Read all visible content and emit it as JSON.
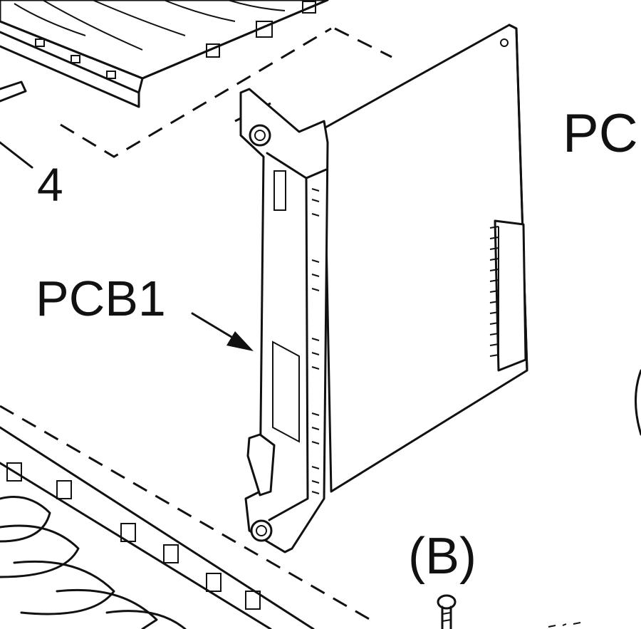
{
  "labels": {
    "callout_number": "4",
    "board_name": "PCB1",
    "board_name_partial": "PC",
    "screw_label": "(B)"
  },
  "colors": {
    "ink": "#111111",
    "paper": "#ffffff"
  }
}
